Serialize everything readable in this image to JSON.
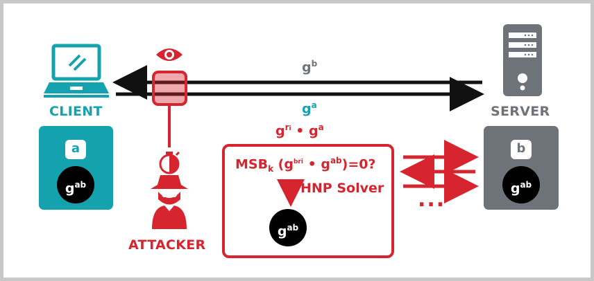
{
  "colors": {
    "client": "#14a3ae",
    "server": "#6e737a",
    "attacker": "#d6252f",
    "secret": "#000000",
    "wire": "#111111"
  },
  "client": {
    "label": "CLIENT",
    "icon": "laptop-icon",
    "private_key": "a",
    "shared_secret_base": "g",
    "shared_secret_exp": "ab"
  },
  "server": {
    "label": "SERVER",
    "icon": "server-icon",
    "private_key": "b",
    "shared_secret_base": "g",
    "shared_secret_exp": "ab"
  },
  "attacker": {
    "label": "ATTACKER",
    "icons": [
      "eye-icon",
      "interception-box-icon",
      "stopwatch-icon",
      "spy-icon"
    ]
  },
  "messages": {
    "server_to_client": {
      "base": "g",
      "exp": "b"
    },
    "client_to_server": {
      "base": "g",
      "exp": "a"
    },
    "attacker_query": {
      "base1": "g",
      "exp1": "r",
      "exp1_sub": "i",
      "dot": "•",
      "base2": "g",
      "exp2": "a"
    }
  },
  "oracle_box": {
    "msb_label": "MSB",
    "msb_sub": "k",
    "open_paren": " (",
    "base1": "g",
    "exp1": "br",
    "exp1_sub": "i",
    "dot": " • ",
    "base2": "g",
    "exp2": "ab",
    "close": ")=0?",
    "solver_label": "HNP Solver",
    "result_base": "g",
    "result_exp": "ab"
  },
  "oracle_exchange": {
    "arrows": [
      "to-server",
      "from-server",
      "to-server"
    ],
    "ellipsis": "..."
  }
}
